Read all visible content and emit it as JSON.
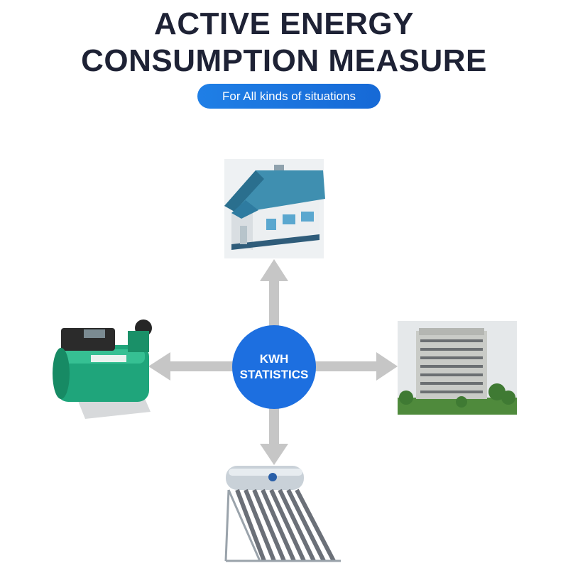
{
  "header": {
    "title_line1": "ACTIVE ENERGY",
    "title_line2": "CONSUMPTION MEASURE",
    "subtitle": "For All kinds of situations"
  },
  "hub": {
    "line1": "KWH",
    "line2": "STATISTICS"
  },
  "nodes": {
    "top": "house-icon",
    "left": "water-pump-icon",
    "right": "apartment-building-icon",
    "bottom": "solar-water-heater-icon"
  },
  "colors": {
    "title": "#1e2235",
    "accent_blue": "#1d6fe0",
    "arrow_gray": "#c6c6c6"
  }
}
